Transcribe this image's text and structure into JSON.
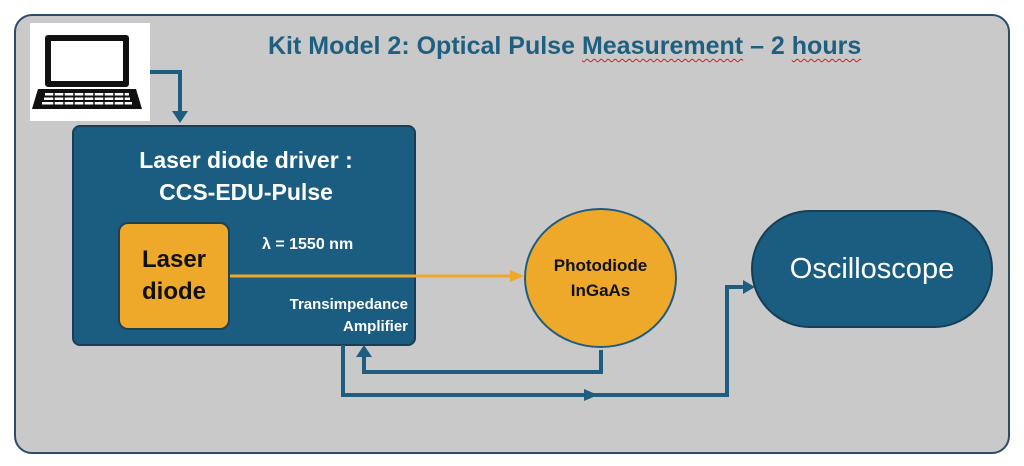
{
  "title": {
    "before": "Kit Model 2: Optical Pulse ",
    "misspelled": "Measurement",
    "middle": " – 2 ",
    "misspelled2": "hours"
  },
  "laptop": {
    "icon": "laptop-icon"
  },
  "driver": {
    "line1": "Laser diode driver :",
    "line2": "CCS-EDU-Pulse",
    "laser_line1": "Laser",
    "laser_line2": "diode",
    "wavelength": "λ = 1550 nm",
    "tia_line1": "Transimpedance",
    "tia_line2": "Amplifier"
  },
  "photodiode": {
    "line1": "Photodiode",
    "line2": "InGaAs"
  },
  "oscilloscope": {
    "label": "Oscilloscope"
  },
  "colors": {
    "background": "#c9c9c9",
    "frame_border": "#2d4a68",
    "title": "#1f5f80",
    "block_blue": "#1b5d80",
    "orange": "#efa92a",
    "connector": "#1f5d80",
    "optical_beam": "#efa92a"
  }
}
